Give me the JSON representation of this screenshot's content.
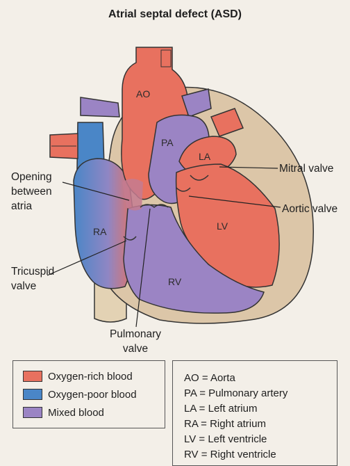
{
  "title": "Atrial septal defect (ASD)",
  "diagram": {
    "chambers": {
      "ao": "AO",
      "pa": "PA",
      "la": "LA",
      "ra": "RA",
      "lv": "LV",
      "rv": "RV"
    },
    "callouts": {
      "opening_line1": "Opening",
      "opening_line2": "between",
      "opening_line3": "atria",
      "tricuspid_line1": "Tricuspid",
      "tricuspid_line2": "valve",
      "pulmonary_line1": "Pulmonary",
      "pulmonary_line2": "valve",
      "mitral": "Mitral valve",
      "aortic": "Aortic valve"
    }
  },
  "legend": {
    "items": [
      {
        "label": "Oxygen-rich blood",
        "color": "#e8715f"
      },
      {
        "label": "Oxygen-poor blood",
        "color": "#4a86c7"
      },
      {
        "label": "Mixed blood",
        "color": "#9b84c4"
      }
    ]
  },
  "abbreviations": [
    {
      "text": "AO = Aorta"
    },
    {
      "text": "PA = Pulmonary artery"
    },
    {
      "text": "LA = Left atrium"
    },
    {
      "text": "RA = Right atrium"
    },
    {
      "text": "LV = Left ventricle"
    },
    {
      "text": "RV = Right ventricle"
    }
  ],
  "colors": {
    "oxygen_rich": "#e8715f",
    "oxygen_poor": "#4a86c7",
    "mixed": "#9b84c4",
    "wall": "#dcc6a8"
  }
}
